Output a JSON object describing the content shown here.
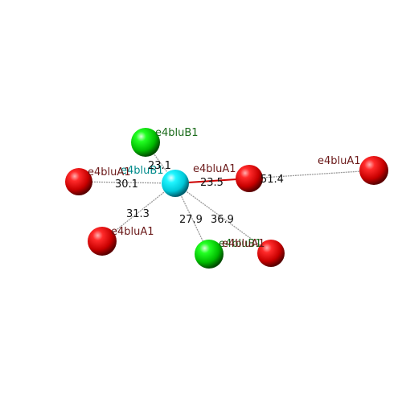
{
  "atoms": [
    {
      "id": "center",
      "label": "e4bluB1",
      "element": "cyan",
      "color": "#00e5ee",
      "label_color": "#008b8b"
    },
    {
      "id": "g_top",
      "label": "e4bluB1",
      "element": "green",
      "color": "#00cc00",
      "label_color": "#1a6b1a"
    },
    {
      "id": "g_bottom",
      "label": "e4bluB1",
      "element": "green",
      "color": "#00cc00",
      "label_color": "#1a6b1a"
    },
    {
      "id": "r_left",
      "label": "e4bluA1",
      "element": "red",
      "color": "#dd0000",
      "label_color": "#6b1a1a"
    },
    {
      "id": "r_mid",
      "label": "e4bluA1",
      "element": "red",
      "color": "#dd0000",
      "label_color": "#6b1a1a"
    },
    {
      "id": "r_far",
      "label": "e4bluA1",
      "element": "red",
      "color": "#dd0000",
      "label_color": "#6b1a1a"
    },
    {
      "id": "r_lower_left",
      "label": "e4bluA1",
      "element": "red",
      "color": "#dd0000",
      "label_color": "#6b1a1a"
    },
    {
      "id": "r_lower_right",
      "label": "e4bluA1",
      "element": "red",
      "color": "#dd0000",
      "label_color": "#6b1a1a"
    }
  ],
  "bonds": [
    {
      "from": "center",
      "to": "g_top",
      "distance": "23.1",
      "style": "dashed"
    },
    {
      "from": "center",
      "to": "r_left",
      "distance": "30.1",
      "style": "dashed"
    },
    {
      "from": "center",
      "to": "r_mid",
      "distance": "23.5",
      "style": "solid",
      "color": "#cc0000"
    },
    {
      "from": "r_mid",
      "to": "r_far",
      "distance": "51.4",
      "style": "dashed"
    },
    {
      "from": "center",
      "to": "r_lower_left",
      "distance": "31.3",
      "style": "dashed"
    },
    {
      "from": "center",
      "to": "g_bottom",
      "distance": "27.9",
      "style": "dashed"
    },
    {
      "from": "center",
      "to": "r_lower_right",
      "distance": "36.9",
      "style": "dashed"
    }
  ]
}
